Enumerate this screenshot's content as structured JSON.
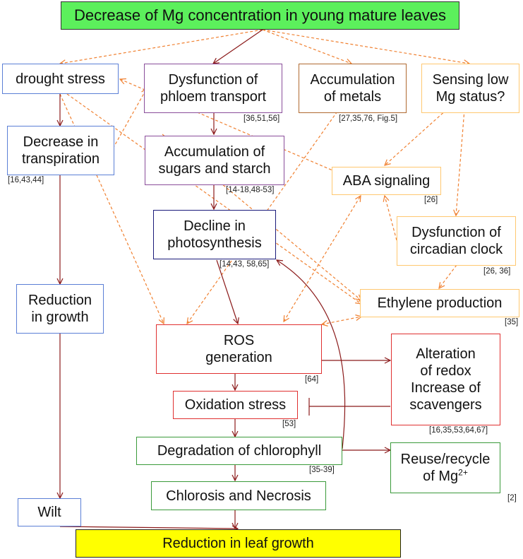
{
  "colors": {
    "solid_arrow": "#8b1a1a",
    "dashed_arrow": "#f08030",
    "top_fill": "#5cf05c",
    "bottom_fill": "#ffff00",
    "blue_border": "#5b7fd6",
    "purple_border": "#8a4d9a",
    "brown_border": "#b06a30",
    "light_orange_border": "#ffc870",
    "navy_border": "#1a1a7a",
    "red_border": "#e03030",
    "green_border": "#3a9a3a"
  },
  "nodes": {
    "top": {
      "label": "Decrease of Mg concentration in young mature leaves"
    },
    "drought": {
      "label": "drought stress"
    },
    "phloem": {
      "label": "Dysfunction of\nphloem transport",
      "ref": "[36,51,56]"
    },
    "metals": {
      "label": "Accumulation\nof metals",
      "ref": "[27,35,76, Fig.5]"
    },
    "sensing": {
      "label": "Sensing low\nMg status?"
    },
    "transpiration": {
      "label": "Decrease in\ntranspiration",
      "ref": "[16,43,44]"
    },
    "sugars": {
      "label": "Accumulation of\nsugars and starch",
      "ref": "[14-18,48-53]"
    },
    "aba": {
      "label": "ABA signaling",
      "ref": "[26]"
    },
    "photosynthesis": {
      "label": "Decline in\nphotosynthesis",
      "ref": "[14,43, 58,65]"
    },
    "circadian": {
      "label": "Dysfunction of\ncircadian clock",
      "ref": "[26, 36]"
    },
    "growth": {
      "label": "Reduction\nin growth"
    },
    "ethylene": {
      "label": "Ethylene production",
      "ref": "[35]"
    },
    "ros": {
      "label": "ROS\ngeneration",
      "ref": "[64]"
    },
    "redox": {
      "label": "Alteration\nof redox\nIncrease of\nscavengers",
      "ref": "[16,35,53,64,67]"
    },
    "oxidation": {
      "label": "Oxidation stress",
      "ref": "[53]"
    },
    "chlorophyll": {
      "label": "Degradation of chlorophyll",
      "ref": "[35-39]"
    },
    "recycle": {
      "label": "Reuse/recycle\nof Mg",
      "label_sup": "2+",
      "ref": "[2]"
    },
    "wilt": {
      "label": "Wilt"
    },
    "chlorosis": {
      "label": "Chlorosis and Necrosis"
    },
    "bottom": {
      "label": "Reduction in leaf growth"
    }
  }
}
